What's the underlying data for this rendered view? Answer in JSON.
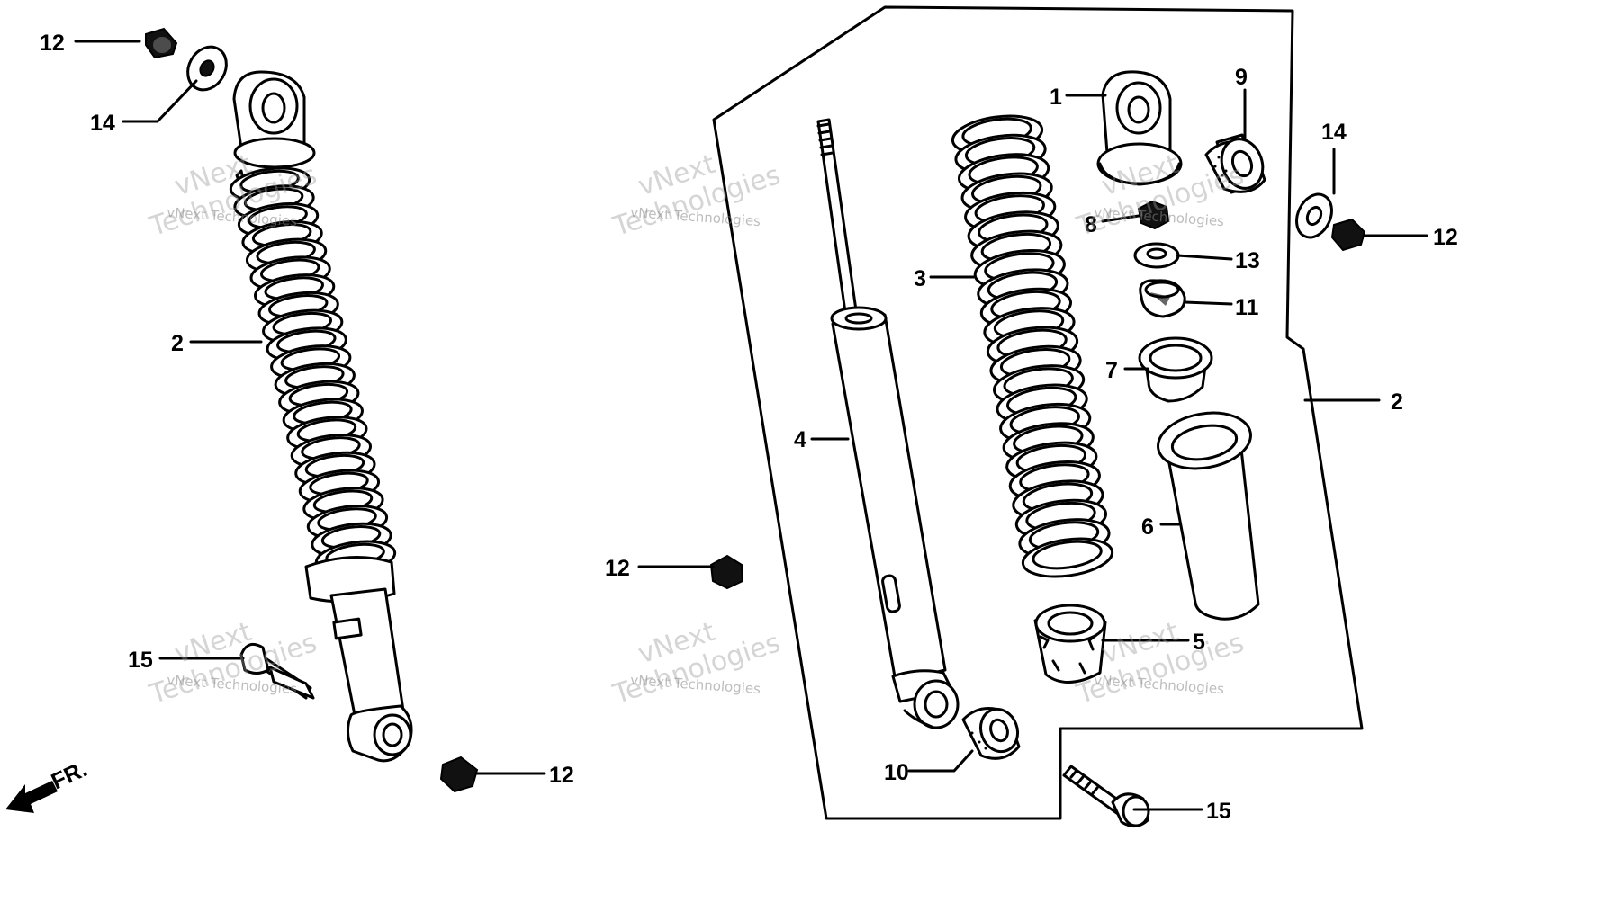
{
  "callouts": [
    {
      "id": "c12a",
      "label": "12"
    },
    {
      "id": "c14a",
      "label": "14"
    },
    {
      "id": "c2a",
      "label": "2"
    },
    {
      "id": "c15a",
      "label": "15"
    },
    {
      "id": "c12b",
      "label": "12"
    },
    {
      "id": "c12c",
      "label": "12"
    },
    {
      "id": "c4",
      "label": "4"
    },
    {
      "id": "c3",
      "label": "3"
    },
    {
      "id": "c1",
      "label": "1"
    },
    {
      "id": "c9",
      "label": "9"
    },
    {
      "id": "c8",
      "label": "8"
    },
    {
      "id": "c13",
      "label": "13"
    },
    {
      "id": "c11",
      "label": "11"
    },
    {
      "id": "c7",
      "label": "7"
    },
    {
      "id": "c2b",
      "label": "2"
    },
    {
      "id": "c6",
      "label": "6"
    },
    {
      "id": "c5",
      "label": "5"
    },
    {
      "id": "c10",
      "label": "10"
    },
    {
      "id": "c15b",
      "label": "15"
    },
    {
      "id": "c14b",
      "label": "14"
    },
    {
      "id": "c12d",
      "label": "12"
    }
  ],
  "front_arrow": {
    "label": "FR."
  },
  "watermark": {
    "line1": "vNext",
    "line2": "Technologies",
    "line3": "vNext Technologies"
  }
}
